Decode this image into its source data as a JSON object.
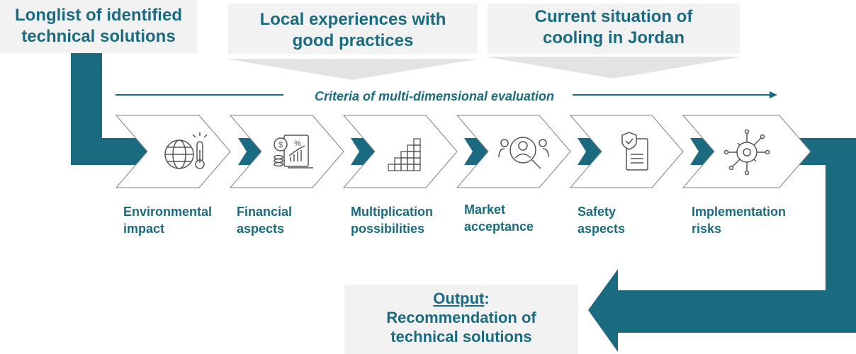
{
  "inputs": [
    {
      "line1": "Longlist of identified",
      "line2": "technical solutions"
    },
    {
      "line1": "Local experiences with",
      "line2": "good practices"
    },
    {
      "line1": "Current situation of",
      "line2": "cooling in Jordan"
    }
  ],
  "criteria_title": "Criteria of multi-dimensional evaluation",
  "steps": [
    {
      "line1": "Environmental",
      "line2": "impact",
      "icon": "globe-thermometer-icon"
    },
    {
      "line1": "Financial",
      "line2": "aspects",
      "icon": "finance-chart-icon"
    },
    {
      "line1": "Multiplication",
      "line2": "possibilities",
      "icon": "puzzle-stairs-icon"
    },
    {
      "line1": "Market",
      "line2": "acceptance",
      "icon": "people-search-icon"
    },
    {
      "line1": "Safety",
      "line2": "aspects",
      "icon": "shield-document-icon"
    },
    {
      "line1": "Implementation",
      "line2": "risks",
      "icon": "gear-network-icon"
    }
  ],
  "output": {
    "title": "Output",
    "colon": ":",
    "line2": "Recommendation of",
    "line3": "technical solutions"
  },
  "colors": {
    "teal": "#1a6b80",
    "box_bg": "#f2f2f2",
    "funnel": "#e3e3e3",
    "chevron_fill": "#ffffff",
    "chevron_stroke": "#808080"
  }
}
